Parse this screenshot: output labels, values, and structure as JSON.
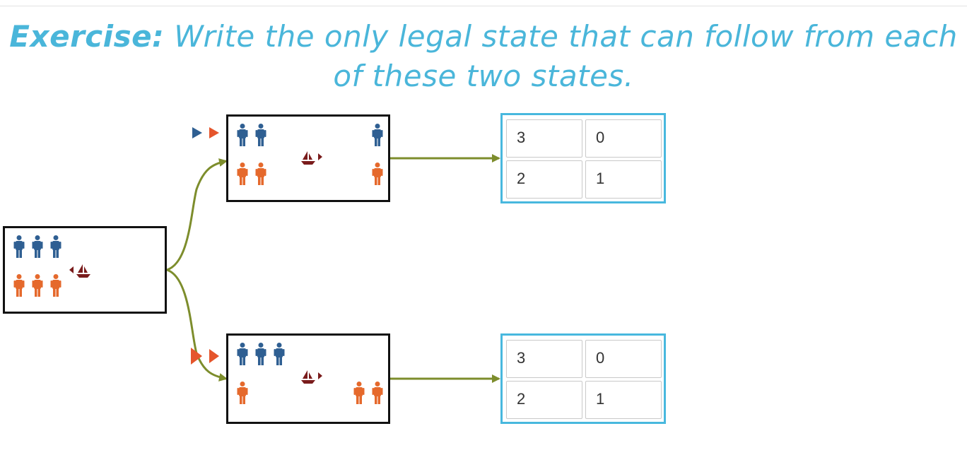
{
  "header": {
    "exercise_label": "Exercise:",
    "instruction": "Write the only legal state that can follow from each of these two states."
  },
  "colors": {
    "title": "#4ab6da",
    "missionary": "#2f5f92",
    "cannibal": "#e5692c",
    "boat": "#7a1c1c",
    "arrow": "#7d8d2c",
    "input_border": "#48b8de",
    "marker_blue": "#2f5f92",
    "marker_red": "#e5552c"
  },
  "states": {
    "start": {
      "left_missionaries": 3,
      "left_cannibals": 3,
      "right_missionaries": 0,
      "right_cannibals": 0,
      "boat_side": "left"
    },
    "top": {
      "left_missionaries": 2,
      "left_cannibals": 2,
      "right_missionaries": 1,
      "right_cannibals": 1,
      "boat_side": "right"
    },
    "bottom": {
      "left_missionaries": 3,
      "left_cannibals": 1,
      "right_missionaries": 0,
      "right_cannibals": 2,
      "boat_side": "right"
    }
  },
  "answers": {
    "top": {
      "row1": [
        "3",
        "0"
      ],
      "row2": [
        "2",
        "1"
      ]
    },
    "bottom": {
      "row1": [
        "3",
        "0"
      ],
      "row2": [
        "2",
        "1"
      ]
    }
  }
}
